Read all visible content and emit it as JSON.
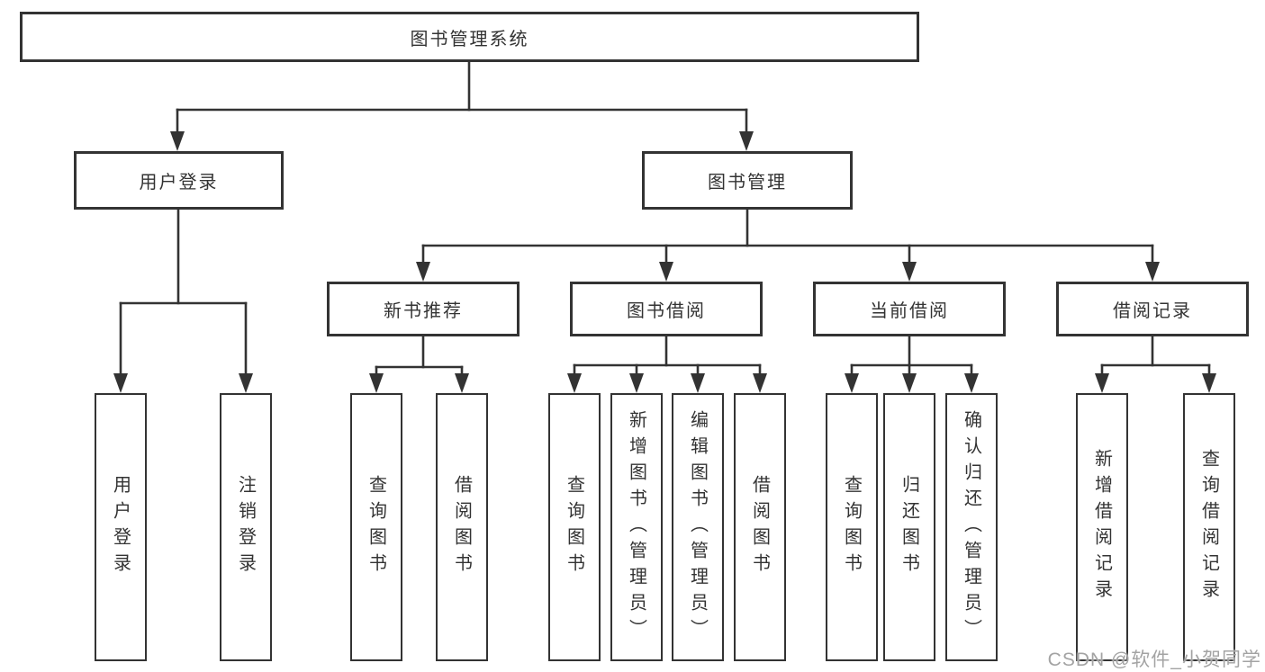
{
  "colors": {
    "line": "#333333",
    "box_border": "#333333",
    "text": "#333333",
    "watermark": "#a3a3a3",
    "background": "#ffffff"
  },
  "tree": {
    "root": {
      "label": "图书管理系统"
    },
    "children": [
      {
        "label": "用户登录",
        "children": [
          {
            "label": "用户登录"
          },
          {
            "label": "注销登录"
          }
        ]
      },
      {
        "label": "图书管理",
        "children": [
          {
            "label": "新书推荐",
            "children": [
              {
                "label": "查询图书"
              },
              {
                "label": "借阅图书"
              }
            ]
          },
          {
            "label": "图书借阅",
            "children": [
              {
                "label": "查询图书"
              },
              {
                "label": "新增图书（管理员）"
              },
              {
                "label": "编辑图书（管理员）"
              },
              {
                "label": "借阅图书"
              }
            ]
          },
          {
            "label": "当前借阅",
            "children": [
              {
                "label": "查询图书"
              },
              {
                "label": "归还图书"
              },
              {
                "label": "确认归还（管理员）"
              }
            ]
          },
          {
            "label": "借阅记录",
            "children": [
              {
                "label": "新增借阅记录"
              },
              {
                "label": "查询借阅记录"
              }
            ]
          }
        ]
      }
    ]
  },
  "watermark": {
    "text": "CSDN @软件_小贺同学"
  }
}
